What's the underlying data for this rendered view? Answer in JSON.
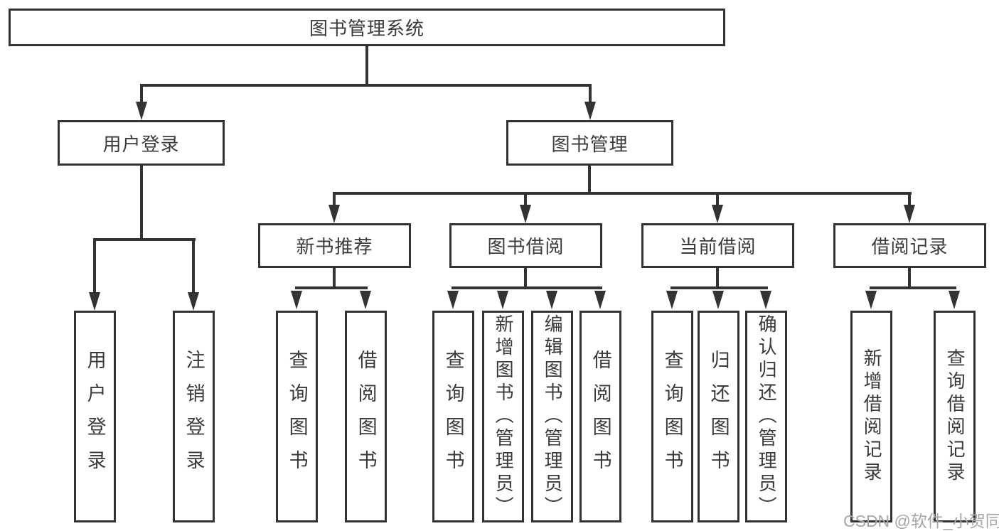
{
  "diagram": {
    "root": {
      "label": "图书管理系统"
    },
    "branches": [
      {
        "label": "用户登录",
        "children": [
          {
            "label": "用户登录"
          },
          {
            "label": "注销登录"
          }
        ]
      },
      {
        "label": "图书管理",
        "children": [
          {
            "label": "新书推荐",
            "children": [
              {
                "label": "查询图书"
              },
              {
                "label": "借阅图书"
              }
            ]
          },
          {
            "label": "图书借阅",
            "children": [
              {
                "label": "查询图书"
              },
              {
                "label": "新增图书（管理员）"
              },
              {
                "label": "编辑图书（管理员）"
              },
              {
                "label": "借阅图书"
              }
            ]
          },
          {
            "label": "当前借阅",
            "children": [
              {
                "label": "查询图书"
              },
              {
                "label": "归还图书"
              },
              {
                "label": "确认归还（管理员）"
              }
            ]
          },
          {
            "label": "借阅记录",
            "children": [
              {
                "label": "新增借阅记录"
              },
              {
                "label": "查询借阅记录"
              }
            ]
          }
        ]
      }
    ]
  },
  "watermark": {
    "text": "CSDN @软件_小贺同学"
  },
  "colors": {
    "line": "#333333",
    "text": "#3a3a3a",
    "watermark": "#a6a6a6",
    "background": "#ffffff"
  }
}
